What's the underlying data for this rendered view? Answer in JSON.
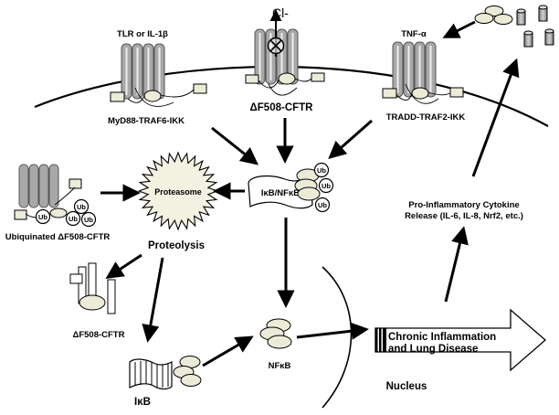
{
  "labels": {
    "chloride": "Cl-",
    "tlr": "TLR or IL-1β",
    "cftr_membrane": "ΔF508-CFTR",
    "tnf": "TNF-α",
    "myd88": "MyD88-TRAF6-IKK",
    "tradd": "TRADD-TRAF2-IKK",
    "proteasome": "Proteasome",
    "proteolysis": "Proteolysis",
    "ikb_nfkb": "IκB/NFκB",
    "ubiquinated": "Ubiquinated ΔF508-CFTR",
    "cftr_fragments": "ΔF508-CFTR",
    "ikb": "IκB",
    "nfkb": "NFκB",
    "nucleus": "Nucleus",
    "chronic_line1": "Chronic Inflammation",
    "chronic_line2": "and Lung Disease",
    "cytokine_line1": "Pro-Inflammatory Cytokine",
    "cytokine_line2": "Release (IL-6, IL-8, Nrf2, etc.)",
    "ub": "Ub"
  },
  "colors": {
    "receptor_gray": "#a8a8a8",
    "protein_beige": "#ecebd8",
    "proteasome_fill": "#f3f1e1"
  }
}
